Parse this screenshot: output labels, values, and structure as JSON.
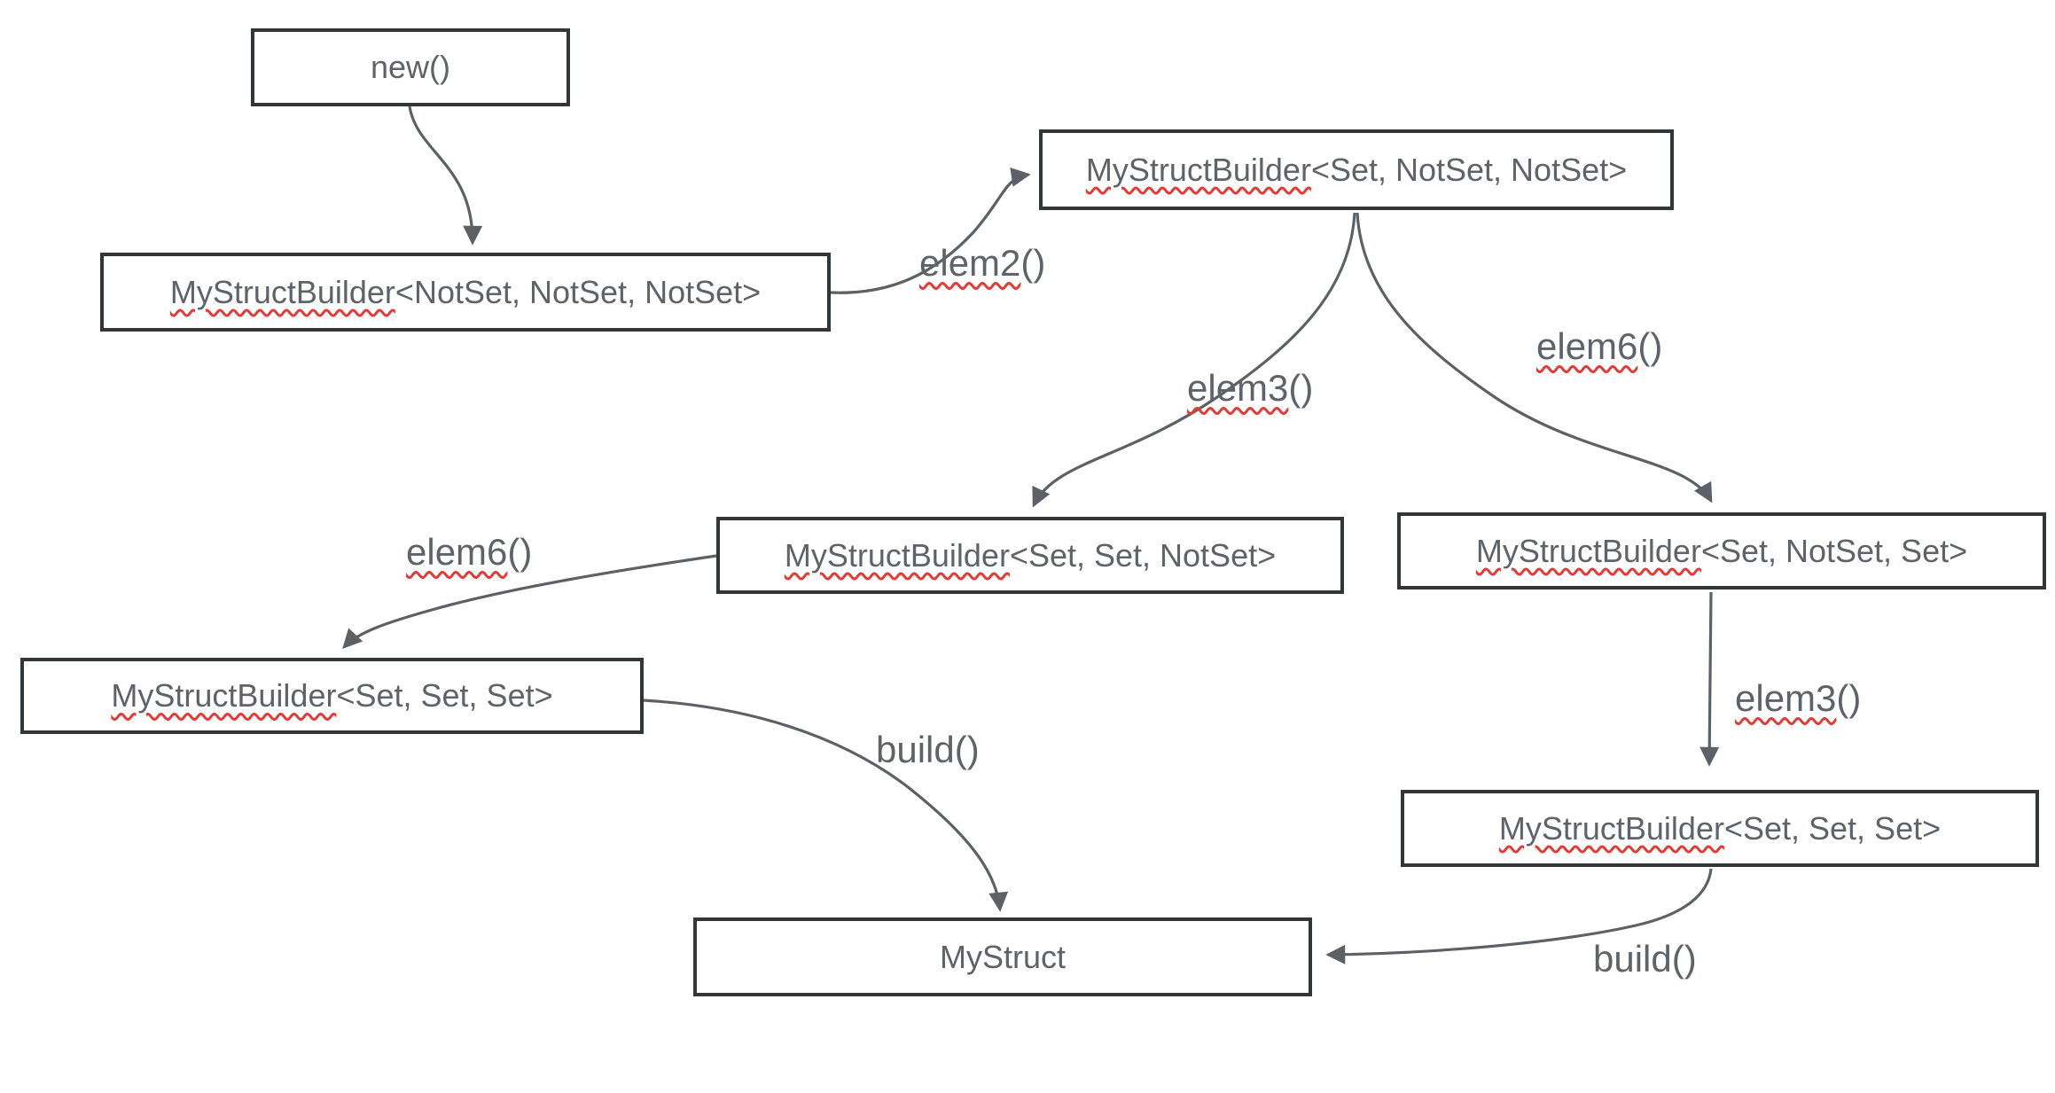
{
  "diagram_title": "MyStructBuilder typestate flow",
  "colors": {
    "background": "#ffffff",
    "box_border": "#333639",
    "text": "#5f6368",
    "arrow": "#5d6165",
    "spellcheck_squiggle": "#e53935"
  },
  "nodes": {
    "new_fn": {
      "label": "new()"
    },
    "builder_notset_notset_notset": {
      "word": "MyStructBuilder",
      "rest": "<NotSet, NotSet, NotSet>"
    },
    "builder_set_notset_notset": {
      "word": "MyStructBuilder",
      "rest": "<Set, NotSet, NotSet>"
    },
    "builder_set_set_notset": {
      "word": "MyStructBuilder",
      "rest": "<Set, Set, NotSet>"
    },
    "builder_set_notset_set": {
      "word": "MyStructBuilder",
      "rest": "<Set, NotSet, Set>"
    },
    "builder_set_set_set_left": {
      "word": "MyStructBuilder",
      "rest": "<Set, Set, Set>"
    },
    "builder_set_set_set_right": {
      "word": "MyStructBuilder",
      "rest": "<Set, Set, Set>"
    },
    "mystruct": {
      "label": "MyStruct"
    }
  },
  "edge_labels": {
    "elem2": {
      "word": "elem2",
      "rest": "()"
    },
    "elem3_mid": {
      "word": "elem3",
      "rest": "()"
    },
    "elem6_right": {
      "word": "elem6",
      "rest": "()"
    },
    "elem6_left": {
      "word": "elem6",
      "rest": "()"
    },
    "elem3_right": {
      "word": "elem3",
      "rest": "()"
    },
    "build_left": {
      "label": "build()"
    },
    "build_right": {
      "label": "build()"
    }
  }
}
